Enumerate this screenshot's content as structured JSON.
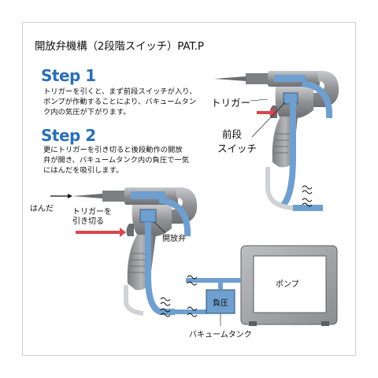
{
  "title": "開放弁機構（2段階スイッチ）PAT.P",
  "step1": {
    "heading": "Step 1",
    "lines": [
      "トリガーを引くと、まず前段スイッチが入り、",
      "ポンプが作動することにより、バキュームタン",
      "ク内の気圧が下がります。"
    ]
  },
  "step2": {
    "heading": "Step 2",
    "lines": [
      "更にトリガーを引き切ると後段動作の開放",
      "弁が開き、バキュームタンク内の負圧で一気",
      "にはんだを吸引します。"
    ]
  },
  "labels": {
    "trigger": "トリガー",
    "front_switch_1": "前段",
    "front_switch_2": "スイッチ",
    "solder": "はんだ",
    "pull_trigger_1": "トリガーを",
    "pull_trigger_2": "引き切る",
    "release_valve": "開放弁",
    "pump": "ポンプ",
    "negative_pressure": "負圧",
    "vacuum_tank": "バキュームタンク"
  },
  "colors": {
    "accent_blue": "#2a6fb5",
    "tube_blue": "#6f9fcf",
    "arrow_red": "#d9474f",
    "device_gray": "#8d8f93",
    "pump_gray": "#a8a9ad"
  },
  "icons": {
    "arrow": "red-arrow-icon",
    "break": "break-mark-icon"
  }
}
